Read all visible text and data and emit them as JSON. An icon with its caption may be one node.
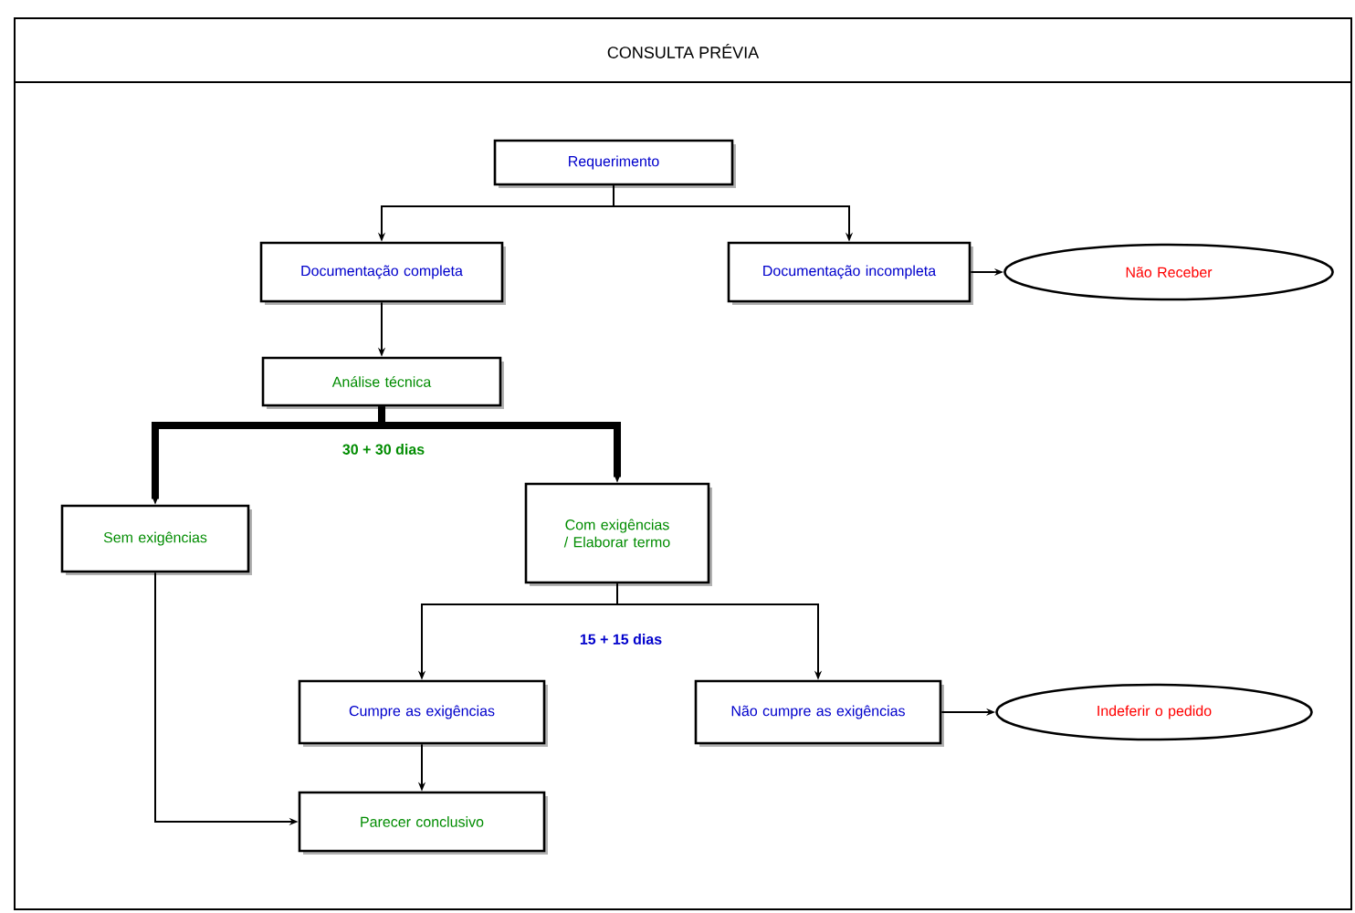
{
  "diagram": {
    "title": "CONSULTA PRÉVIA",
    "nodes": [
      {
        "text": [
          "Requerimento"
        ]
      },
      {
        "text": [
          "Documentação completa"
        ]
      },
      {
        "text": [
          "Documentação incompleta"
        ]
      },
      {
        "text": [
          "Não Receber"
        ]
      },
      {
        "text": [
          "Análise técnica"
        ]
      },
      {
        "text": [
          "Sem exigências"
        ]
      },
      {
        "text": [
          "Com exigências / Elaborar termo"
        ]
      },
      {
        "text": [
          "Cumpre as exigências"
        ]
      },
      {
        "text": [
          "Não cumpre as exigências"
        ]
      },
      {
        "text": [
          "Indeferir o pedido"
        ]
      },
      {
        "text": [
          "Parecer conclusivo"
        ]
      }
    ],
    "edges": [
      {
        "from": 0,
        "to": 1,
        "arrow": "to"
      },
      {
        "from": 0,
        "to": 2,
        "arrow": "to"
      },
      {
        "from": 2,
        "to": 3,
        "arrow": "to"
      },
      {
        "from": 1,
        "to": 4,
        "arrow": "to"
      },
      {
        "from": 4,
        "to": 5,
        "arrow": "to",
        "style": "thick"
      },
      {
        "from": 4,
        "to": 6,
        "arrow": "to",
        "style": "thick",
        "label": "30 + 30 dias"
      },
      {
        "from": 6,
        "to": 7,
        "arrow": "to"
      },
      {
        "from": 6,
        "to": 8,
        "arrow": "to",
        "label": "15 + 15 dias"
      },
      {
        "from": 8,
        "to": 9,
        "arrow": "to"
      },
      {
        "from": 7,
        "to": 10,
        "arrow": "to"
      },
      {
        "from": 5,
        "to": 10,
        "arrow": "to"
      }
    ]
  }
}
